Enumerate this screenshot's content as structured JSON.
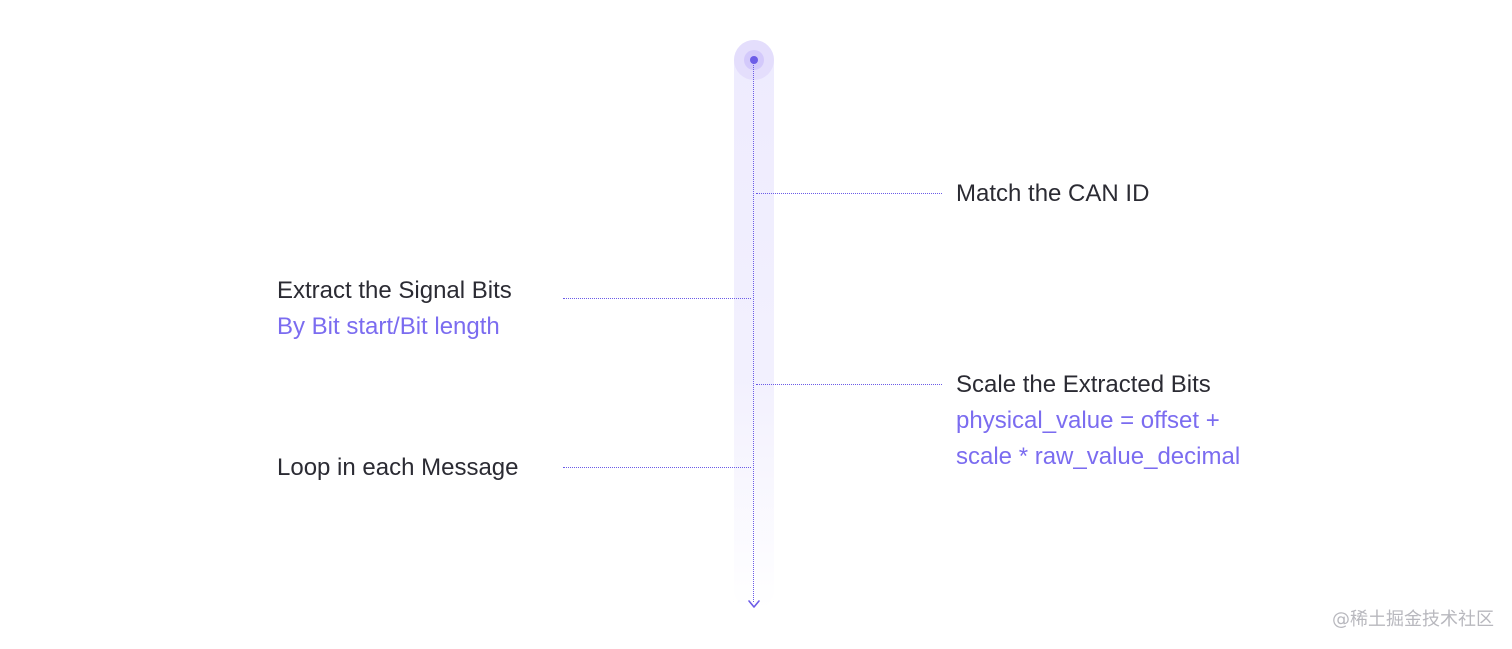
{
  "colors": {
    "accent": "#6c5ce7",
    "accent_text": "#7b6cf0",
    "track": "#eeebfe",
    "text": "#2b2b33",
    "watermark": "#b8b8be"
  },
  "steps": {
    "match": {
      "title": "Match the CAN ID"
    },
    "extract": {
      "title": "Extract the Signal Bits",
      "detail": "By Bit start/Bit length"
    },
    "scale": {
      "title": "Scale the Extracted Bits",
      "detail_line1": "physical_value = offset +",
      "detail_line2": "scale * raw_value_decimal"
    },
    "loop": {
      "title": "Loop in each Message"
    }
  },
  "watermark": "@稀土掘金技术社区",
  "icons": {
    "start": "start-dot-icon",
    "end": "arrow-down-icon"
  }
}
